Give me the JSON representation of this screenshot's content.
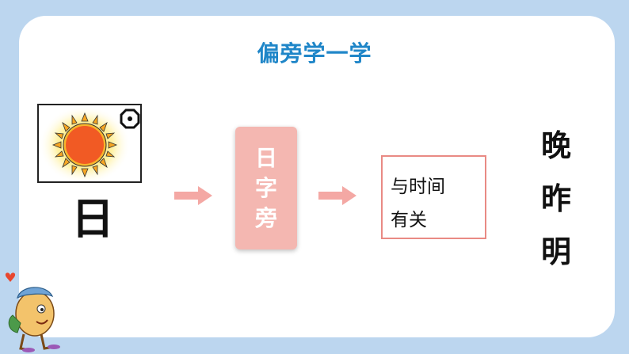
{
  "title": "偏旁学一学",
  "pictograph": {
    "image": "sun-icon",
    "ancient_glyph": "⊙"
  },
  "character": "日",
  "radical": {
    "chars": [
      "日",
      "字",
      "旁"
    ]
  },
  "meaning": {
    "line1": "与时间",
    "line2": "有关"
  },
  "examples": [
    "晚",
    "昨",
    "明"
  ],
  "colors": {
    "background": "#bcd6ef",
    "title": "#1f86c8",
    "arrow": "#f4a8a4",
    "radical_bg": "#f4b7b1",
    "meaning_border": "#e98a84"
  }
}
